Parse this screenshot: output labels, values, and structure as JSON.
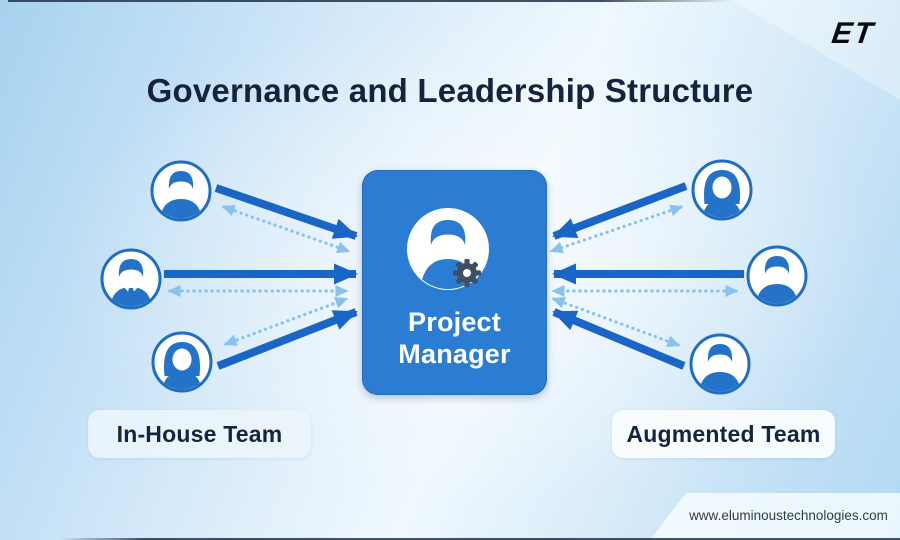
{
  "header": {
    "title": "Governance and Leadership Structure",
    "logo_text": "ET"
  },
  "diagram": {
    "manager": {
      "label_line1": "Project",
      "label_line2": "Manager",
      "icon": "person-with-gear-icon"
    },
    "teams": {
      "left": {
        "label": "In-House Team",
        "member_icons": [
          "person-male-icon",
          "person-male-tie-icon",
          "person-female-icon"
        ]
      },
      "right": {
        "label": "Augmented Team",
        "member_icons": [
          "person-female-icon",
          "person-male-icon",
          "person-male-icon"
        ]
      }
    }
  },
  "footer": {
    "website": "www.eluminoustechnologies.com"
  },
  "colors": {
    "box_blue": "#2b7dd4",
    "solid_arrow": "#1a66c7",
    "dotted_arrow": "#8ac2ee",
    "icon_blue": "#2573c9",
    "title_navy": "#15233c",
    "pill_background": "#eef5fc",
    "background_sky": "#cfe7f8"
  }
}
